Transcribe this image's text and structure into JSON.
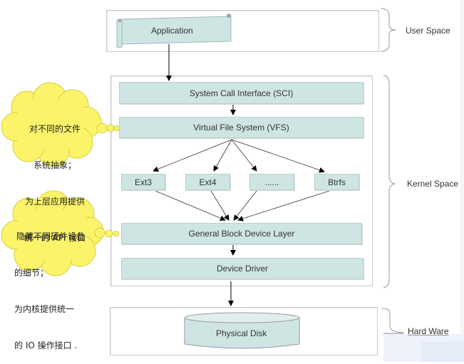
{
  "diagram": {
    "title": "Linux I/O stack",
    "layers": {
      "user_space": {
        "label": "User Space",
        "blocks": [
          "Application"
        ]
      },
      "kernel_space": {
        "label": "Kernel Space",
        "sci": "System Call Interface (SCI)",
        "vfs": "Virtual File System (VFS)",
        "filesystems": [
          "Ext3",
          "Ext4",
          "......",
          "Btrfs"
        ],
        "block_layer": "General Block Device Layer",
        "driver": "Device Driver"
      },
      "hardware": {
        "label": "Hard Ware",
        "disk": "Physical Disk"
      }
    },
    "callouts": [
      {
        "target": "vfs",
        "lines": [
          "对不同的文件",
          "系统抽象；",
          "为上层应用提供",
          "统一的 API 接口"
        ]
      },
      {
        "target": "block_layer",
        "lines": [
          "隐藏不同硬件设备",
          "的细节；",
          "为内核提供统一",
          "的 IO 操作接口 ."
        ]
      }
    ],
    "colors": {
      "block_fill": "#cfe5e3",
      "callout_fill": "#fbf46a",
      "frame_border": "#c8c8c8",
      "arrow": "#000000"
    }
  }
}
